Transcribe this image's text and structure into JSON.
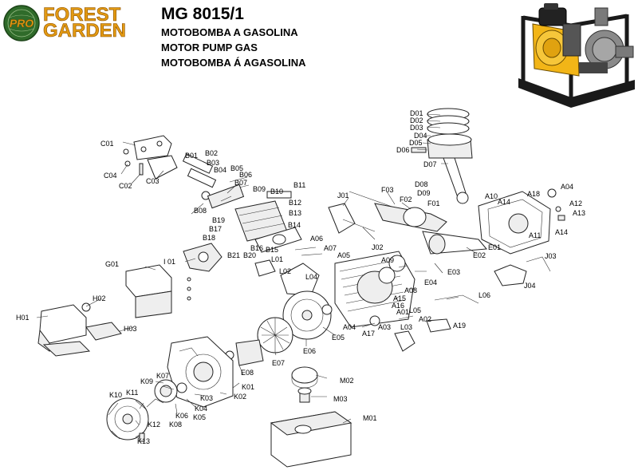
{
  "header": {
    "brand_badge": "PRO",
    "brand_line1": "FOREST",
    "brand_line2": "GARDEN",
    "model": "MG 8015/1",
    "subtitle_pt": "MOTOBOMBA A GASOLINA",
    "subtitle_en": "MOTOR PUMP GAS",
    "subtitle_es": "MOTOBOMBA Á AGASOLINA"
  },
  "colors": {
    "brand_orange": "#e39a12",
    "brand_green": "#2f6b2a",
    "pump_yellow": "#f2b517",
    "frame_black": "#1a1a1a"
  },
  "part_labels": {
    "C01": "C01",
    "C04": "C04",
    "C02": "C02",
    "C03": "C03",
    "B01": "B01",
    "B02": "B02",
    "B03": "B03",
    "B04": "B04",
    "B05": "B05",
    "B06": "B06",
    "B07": "B07",
    "B08": "B08",
    "B09": "B09",
    "B10": "B10",
    "B11": "B11",
    "B12": "B12",
    "B13": "B13",
    "B14": "B14",
    "B15": "B15",
    "B16": "B16",
    "B17": "B17",
    "B18": "B18",
    "B19": "B19",
    "B20": "B20",
    "B21": "B21",
    "D01": "D01",
    "D02": "D02",
    "D03": "D03",
    "D04": "D04",
    "D05": "D05",
    "D06": "D06",
    "D07": "D07",
    "D08": "D08",
    "D09": "D09",
    "J01": "J01",
    "J02": "J02",
    "J03": "J03",
    "J04": "J04",
    "F01": "F01",
    "F02": "F02",
    "F03": "F03",
    "A01": "A01",
    "A02": "A02",
    "A03": "A03",
    "A04": "A04",
    "A04b": "A04",
    "A05": "A05",
    "A06": "A06",
    "A07": "A07",
    "A08": "A08",
    "A09": "A09",
    "A10": "A10",
    "A11": "A11",
    "A12": "A12",
    "A13": "A13",
    "A14": "A14",
    "A14b": "A14",
    "A15": "A15",
    "A16": "A16",
    "A17": "A17",
    "A18": "A18",
    "A19": "A19",
    "E01": "E01",
    "E02": "E02",
    "E03": "E03",
    "E04": "E04",
    "E05": "E05",
    "E06": "E06",
    "E07": "E07",
    "E08": "E08",
    "I01": "I 01",
    "L01": "L01",
    "L02": "L02",
    "L03": "L03",
    "L04": "L04",
    "L05": "L05",
    "L06": "L06",
    "G01": "G01",
    "H01": "H01",
    "H02": "H02",
    "H03": "H03",
    "K01": "K01",
    "K02": "K02",
    "K03": "K03",
    "K04": "K04",
    "K05": "K05",
    "K06": "K06",
    "K07": "K07",
    "K08": "K08",
    "K09": "K09",
    "K10": "K10",
    "K11": "K11",
    "K12": "K12",
    "K13": "K13",
    "M01": "M01",
    "M02": "M02",
    "M03": "M03"
  }
}
